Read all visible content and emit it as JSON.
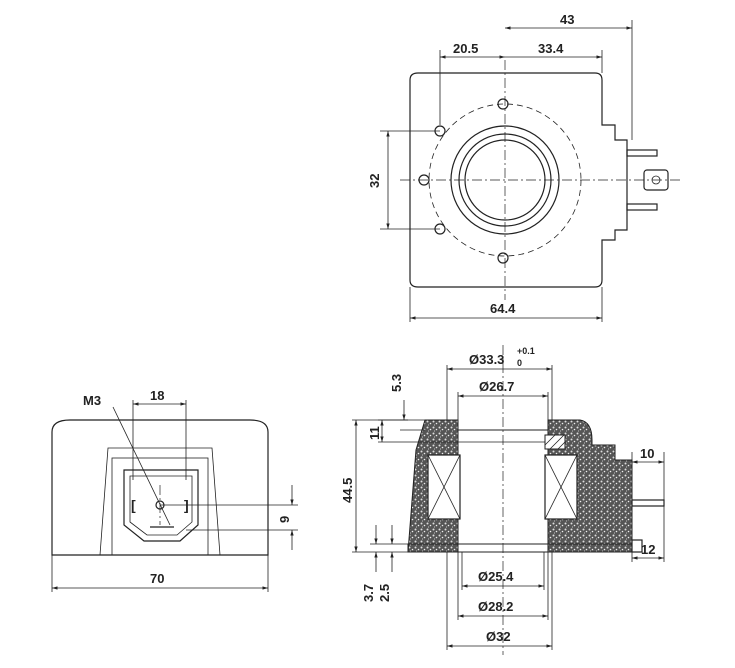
{
  "top_view": {
    "dim_overall_width": "43",
    "dim_hole_left": "20.5",
    "dim_hole_right": "33.4",
    "dim_hole_vertical": "32",
    "dim_body_width": "64.4"
  },
  "front_view": {
    "thread_label": "M3",
    "dim_pin_spacing": "18",
    "dim_pin_height": "9",
    "dim_overall_width": "70"
  },
  "section_view": {
    "dim_bore_outer": "Ø33.3",
    "dim_bore_outer_tol_upper": "+0.1",
    "dim_bore_outer_tol_lower": "0",
    "dim_inner_top": "Ø26.7",
    "dim_top_step": "5.3",
    "dim_top_flange": "11",
    "dim_height": "44.5",
    "dim_bottom_a": "3.7",
    "dim_bottom_b": "2.5",
    "dim_bore_25": "Ø25.4",
    "dim_bore_28": "Ø28.2",
    "dim_bore_32": "Ø32",
    "dim_pin_10": "10",
    "dim_pin_12": "12"
  }
}
